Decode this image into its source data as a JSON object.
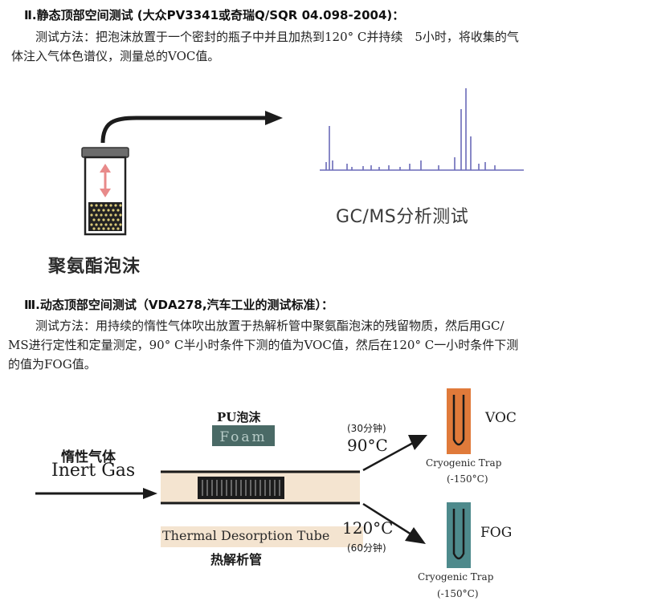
{
  "section2": {
    "heading": "Ⅱ.静态顶部空间测试 (大众PV3341或奇瑞Q/SQR 04.098-2004)：",
    "method_line1": "测试方法：把泡沫放置于一个密封的瓶子中并且加热到120° C并持续　5小时，将收集的气",
    "method_line2": "体注入气体色谱仪，测量总的VOC值。",
    "vial_label": "聚氨酯泡沫",
    "gcms_label": "GC/MS分析测试"
  },
  "section3": {
    "heading": "Ⅲ.动态顶部空间测试（VDA278,汽车工业的测试标准）：",
    "method_line1": "测试方法：用持续的惰性气体吹出放置于热解析管中聚氨酯泡沫的残留物质，然后用GC/",
    "method_line2": "MS进行定性和定量测定，90° C半小时条件下测的值为VOC值，然后在120° C一小时条件下测",
    "method_line3": "的值为FOG值。"
  },
  "dynamic_diagram": {
    "pu_label": "PU泡沫",
    "foam_label": "Foam",
    "inert_gas_cn": "惰性气体",
    "inert_gas_en": "Inert Gas",
    "tube_label_en": "Thermal Desorption Tube",
    "tube_label_cn": "热解析管",
    "upper_time": "(30分钟)",
    "upper_temp": "90°C",
    "lower_temp": "120°C",
    "lower_time": "(60分钟)",
    "voc_label": "VOC",
    "fog_label": "FOG",
    "trap_label_upper": "Cryogenic Trap",
    "trap_temp_upper": "(-150°C)",
    "trap_label_lower": "Cryogenic Trap",
    "trap_temp_lower": "(-150°C)"
  },
  "colors": {
    "voc_trap": "#e07a3a",
    "fog_trap": "#4e8a8c",
    "tube_fill": "#f4e4d0",
    "foam_box": "#4a6a66",
    "arrow_pink": "#e88a8a",
    "spectrum": "#6a6ab8"
  }
}
